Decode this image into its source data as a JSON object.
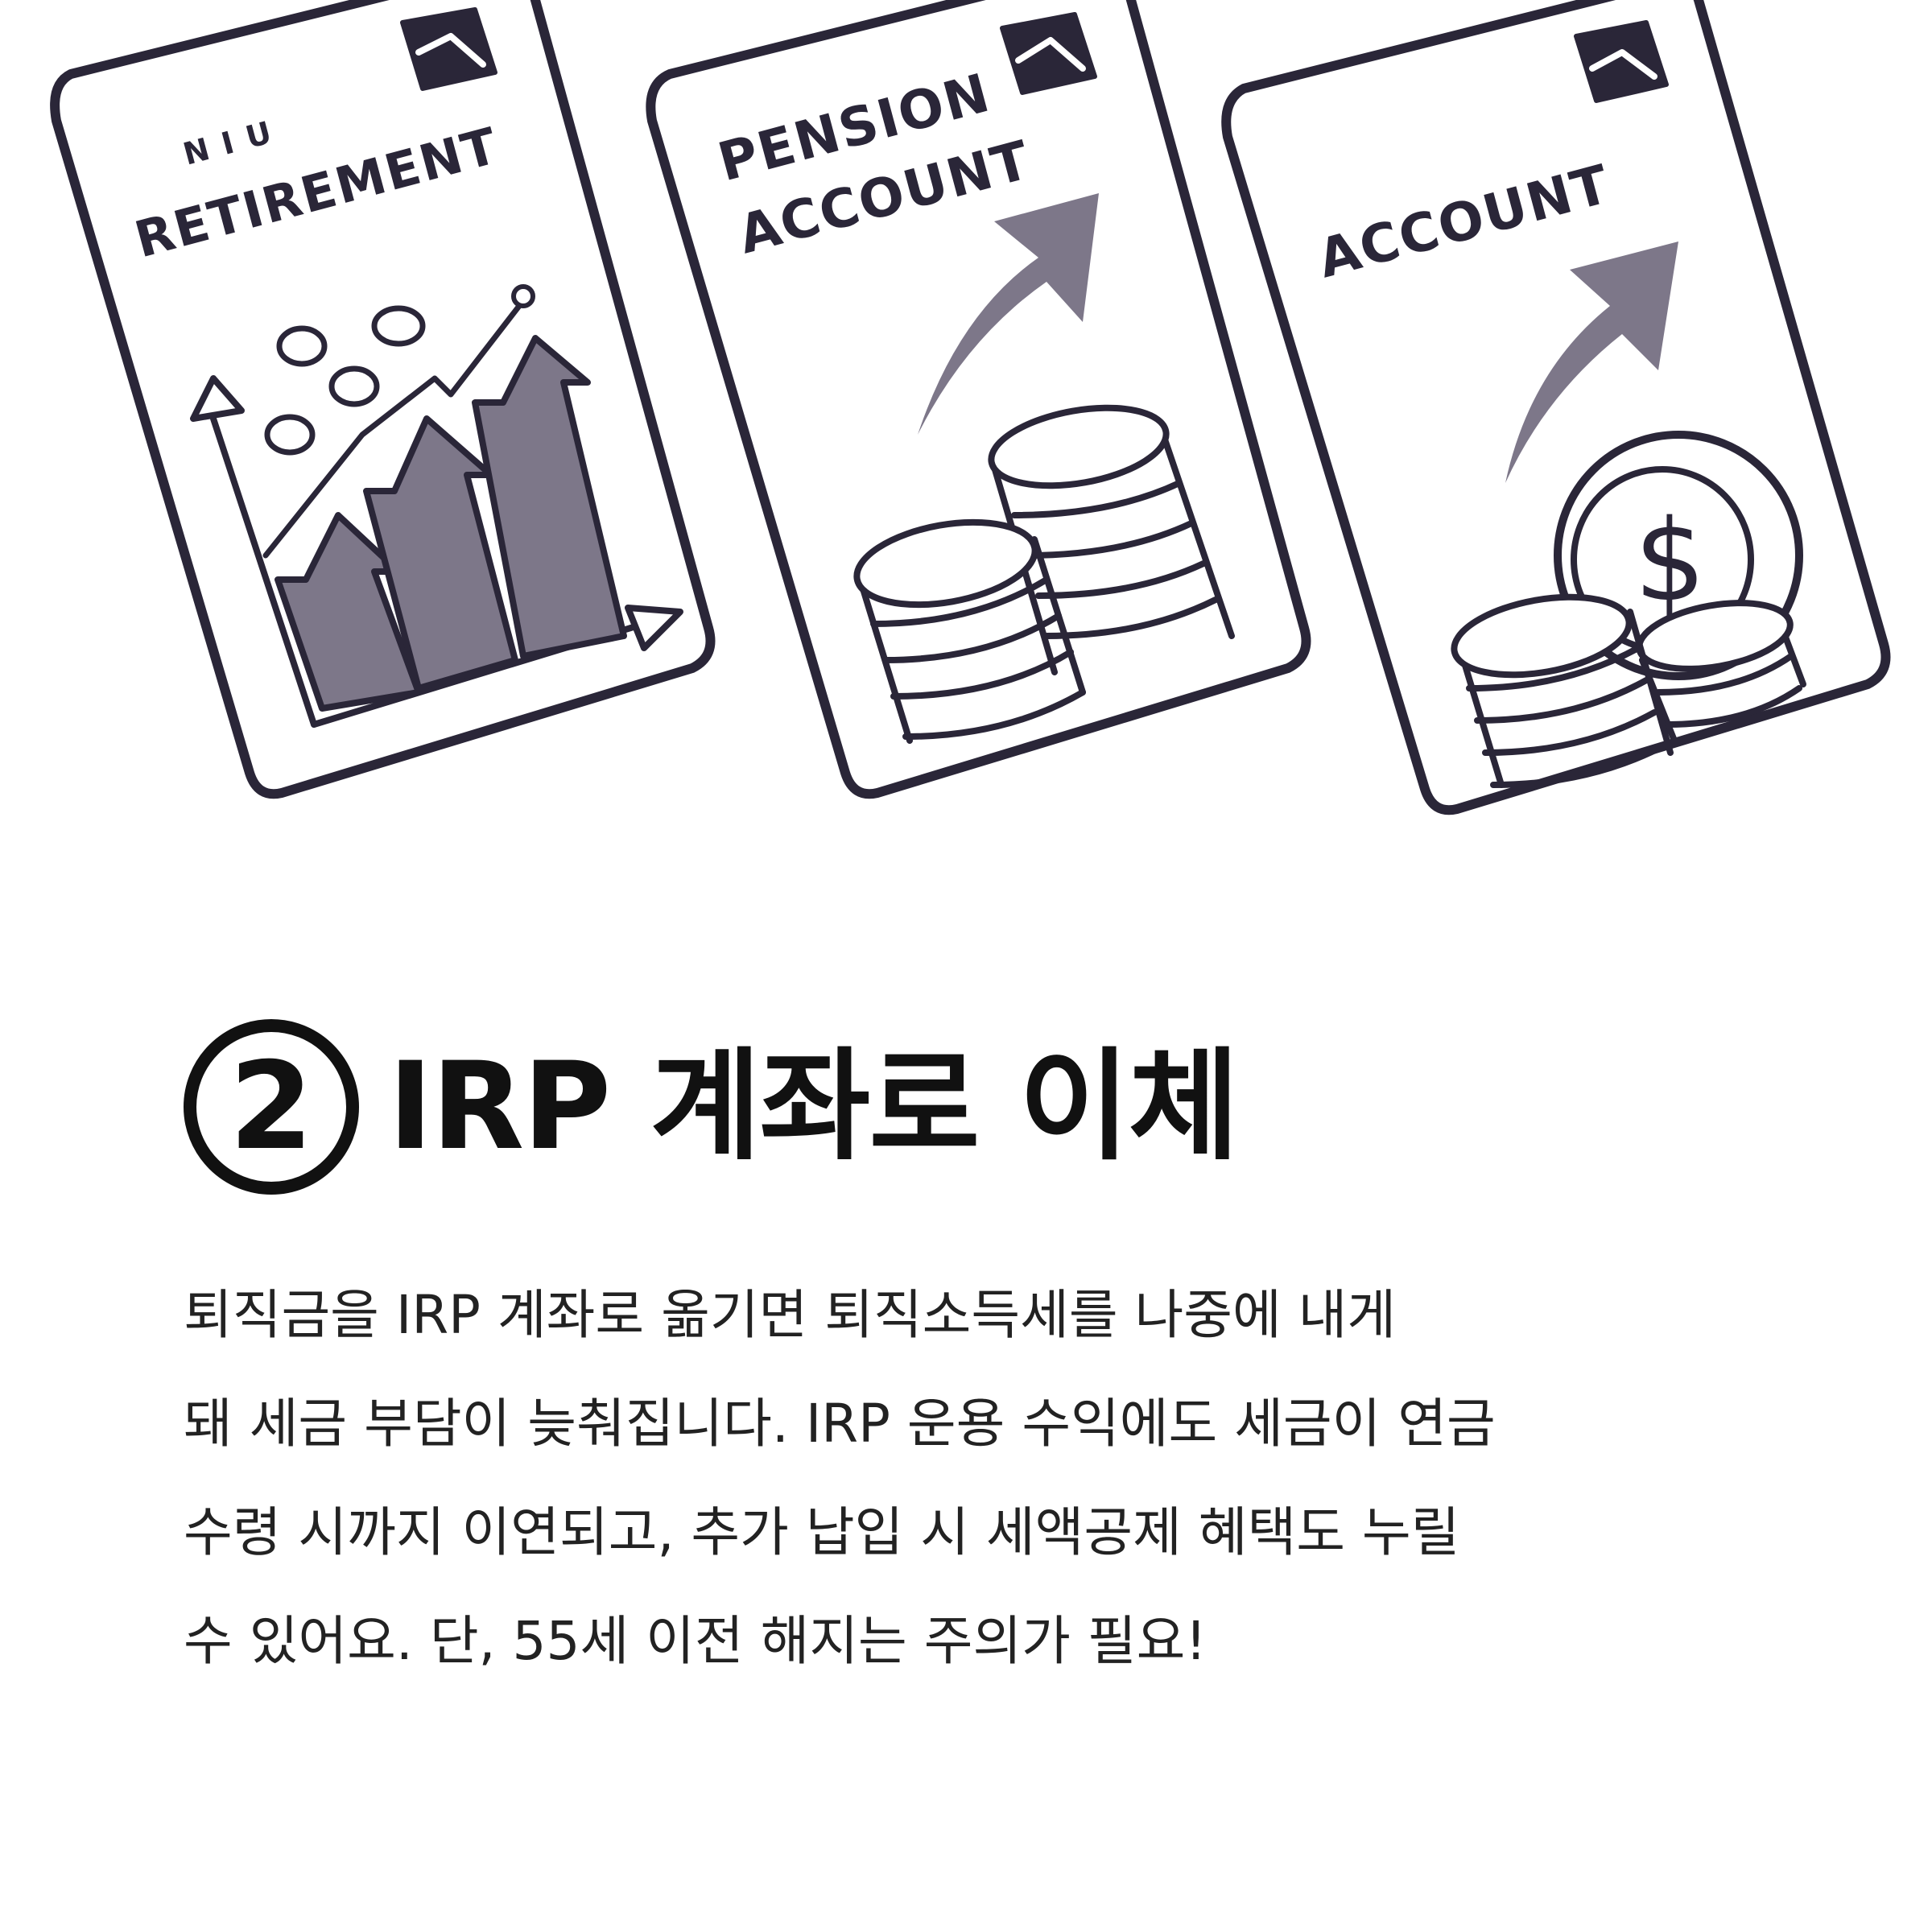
{
  "illustration": {
    "cards": [
      {
        "label_lines": [
          "N I U",
          "RETIREMENT"
        ]
      },
      {
        "label_lines": [
          "PENSION",
          "ACCOUNT"
        ]
      },
      {
        "label_lines": [
          "ACCOUNT"
        ]
      }
    ],
    "icons": [
      "bar-growth-chart-icon",
      "coin-stack-icon",
      "dollar-coin-icon",
      "up-arrow-icon",
      "mountain-logo-icon"
    ],
    "colors": {
      "ink": "#2a2638",
      "fill": "#7d7789",
      "paper": "#ffffff"
    }
  },
  "section": {
    "step_number": "2",
    "title": "IRP 계좌로 이체",
    "body_lines": [
      "퇴직금을 IRP 계좌로 옮기면 퇴직소득세를 나중에 내게",
      "돼 세금 부담이 늦춰집니다. IRP 운용 수익에도 세금이 연금",
      "수령 시까지 이연되고, 추가 납입 시 세액공제 혜택도 누릴",
      "수 있어요. 단, 55세 이전 해지는 주의가 필요!"
    ]
  }
}
